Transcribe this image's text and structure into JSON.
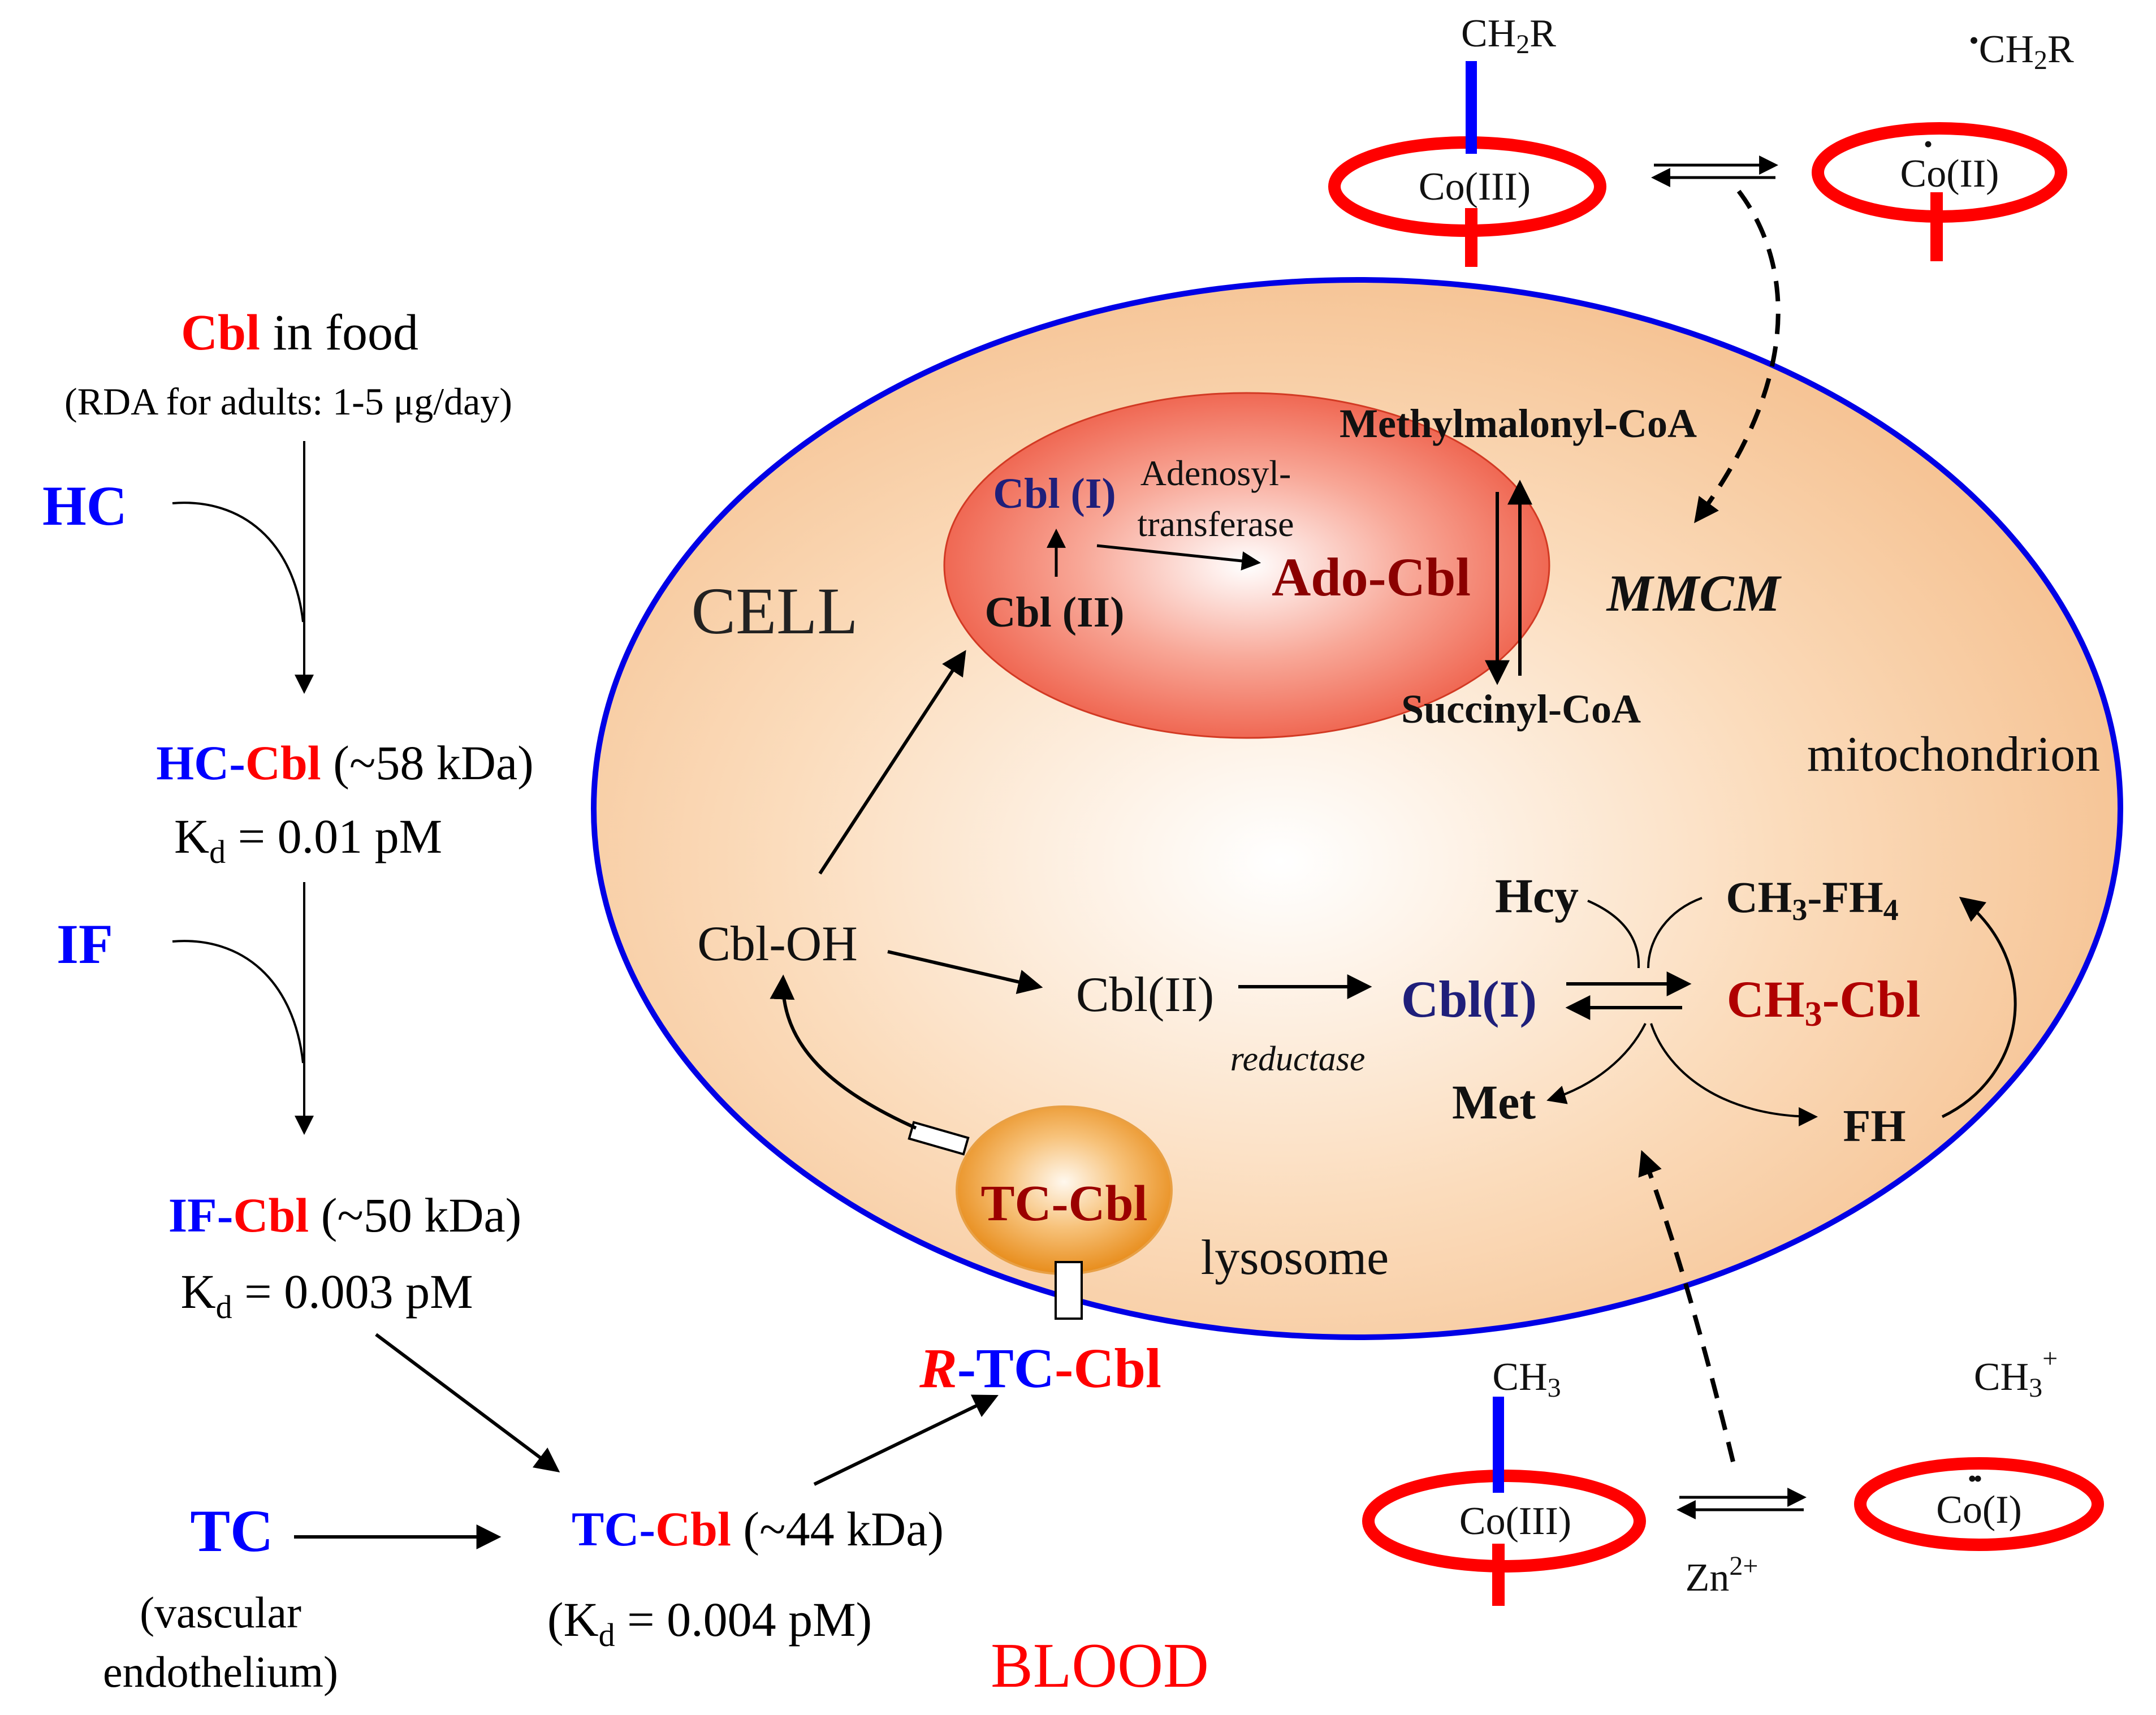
{
  "colors": {
    "red": "#ff0000",
    "blue": "#0000ff",
    "dark_blue": "#1f1f7a",
    "dark_red": "#9b0000",
    "cell_border": "#0000e6",
    "cell_fill": "#f6c79a",
    "mito_fill": "#f26b55",
    "lyso_fill": "#f0a13a",
    "black": "#000000"
  },
  "blood": {
    "food_cbl": "Cbl",
    "food_rest": " in food",
    "rda": "(RDA for adults: 1-5 μg/day)",
    "hc": "HC",
    "hc_cbl_hc": "HC-",
    "hc_cbl_cbl": "Cbl",
    "hc_cbl_mass": " (~58 kDa)",
    "hc_kd_k": "K",
    "hc_kd_sub": "d",
    "hc_kd_val": " = 0.01 pM",
    "if": "IF",
    "if_cbl_if": "IF-",
    "if_cbl_cbl": "Cbl",
    "if_cbl_mass": " (~50 kDa)",
    "if_kd_k": "K",
    "if_kd_sub": "d",
    "if_kd_val": " = 0.003 pM",
    "tc": "TC",
    "tc_source_1": "(vascular",
    "tc_source_2": "endothelium)",
    "tc_cbl_tc": "TC-",
    "tc_cbl_cbl": "Cbl",
    "tc_cbl_mass": " (~44 kDa)",
    "tc_kd_open": "(K",
    "tc_kd_sub": "d",
    "tc_kd_val": " = 0.004 pM)",
    "rtc_r": "R",
    "rtc_dash": "-",
    "rtc_tc": "TC",
    "rtc_dash2": "-",
    "rtc_cbl": "Cbl",
    "blood_label": "BLOOD"
  },
  "cell": {
    "cell_label": "CELL",
    "mito_label": "mitochondrion",
    "lyso_label": "lysosome",
    "lyso_tc_cbl": "TC-Cbl",
    "cbl_oh": "Cbl-OH",
    "cbl_ii": "Cbl(II)",
    "reductase": "reductase",
    "cbl_i": "Cbl(I)",
    "ch3_cbl": "CH",
    "ch3_cbl_sub": "3",
    "ch3_cbl_rest": "-Cbl",
    "hcy": "Hcy",
    "ch3fh4_a": "CH",
    "ch3fh4_sub1": "3",
    "ch3fh4_b": "-FH",
    "ch3fh4_sub2": "4",
    "met": "Met",
    "fh": "FH"
  },
  "mito": {
    "cbl_i": "Cbl (I)",
    "cbl_ii": "Cbl (II)",
    "transferase_1": "Adenosyl-",
    "transferase_2": "transferase",
    "ado_cbl": "Ado-Cbl",
    "methylmalonyl": "Methylmalonyl-CoA",
    "succinyl": "Succinyl-CoA",
    "mmcm": "MMCM"
  },
  "cobalt_top": {
    "ligand_left_a": "CH",
    "ligand_left_sub": "2",
    "ligand_left_b": "R",
    "co_left": "Co(III)",
    "ligand_right_dot": "•",
    "ligand_right_a": "CH",
    "ligand_right_sub": "2",
    "ligand_right_b": "R",
    "co_right": "Co(II)",
    "co_right_dot": "•"
  },
  "cobalt_bottom": {
    "ligand_left_a": "CH",
    "ligand_left_sub": "3",
    "co_left": "Co(III)",
    "ligand_right_a": "CH",
    "ligand_right_sub": "3",
    "ligand_right_sup": "+",
    "co_right": "Co(I)",
    "co_right_dots": "••",
    "zn": "Zn",
    "zn_sup": "2+"
  }
}
